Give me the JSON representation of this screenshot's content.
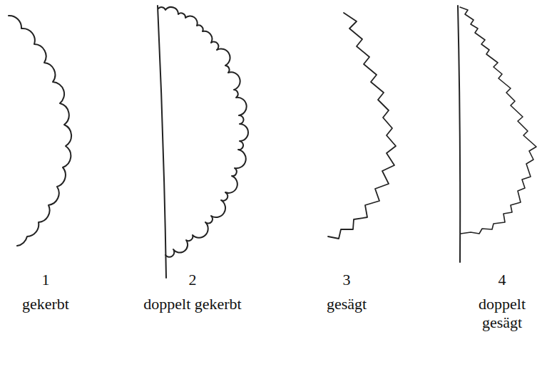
{
  "diagram": {
    "labels": [
      "1",
      "gekerbt",
      "2",
      "doppelt gekerbt",
      "3",
      "gesägt",
      "4",
      "doppelt gesägt"
    ]
  }
}
